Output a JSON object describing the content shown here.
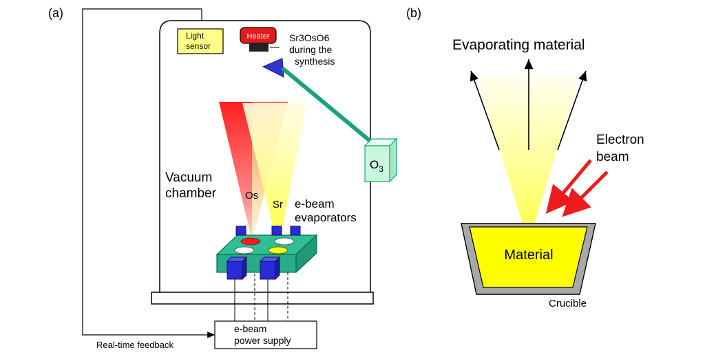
{
  "panel_a": {
    "label": "(a)",
    "light_sensor": [
      "Light",
      "sensor"
    ],
    "heater": "Heater",
    "sample_caption": [
      "Sr3OsO6",
      "during the",
      "synthesis"
    ],
    "ozone": "O",
    "ozone_sub": "3",
    "chamber": [
      "Vacuum",
      "chamber"
    ],
    "beam_os": "Os",
    "beam_sr": "Sr",
    "evaporators": [
      "e-beam",
      "evaporators"
    ],
    "power_supply": [
      "e-beam",
      "power supply"
    ],
    "feedback": "Real-time feedback"
  },
  "panel_b": {
    "label": "(b)",
    "evaporating": "Evaporating material",
    "electron_beam": [
      "Electron",
      "beam"
    ],
    "material": "Material",
    "crucible": "Crucible"
  },
  "colors": {
    "os_beam": "#ff1f1f",
    "sr_beam": "#ffff33",
    "evaporator_block": "#2fbf96",
    "evaporator_cube": "#2b2bd6",
    "ozone_box": "#c9f5dc",
    "ozone_line": "#1aa37a",
    "heater": "#e31a1a",
    "light_sensor": "#ffff88",
    "material": "#ffff00",
    "crucible": "#a8a8a8",
    "electron_arrow": "#ee1c1c"
  }
}
